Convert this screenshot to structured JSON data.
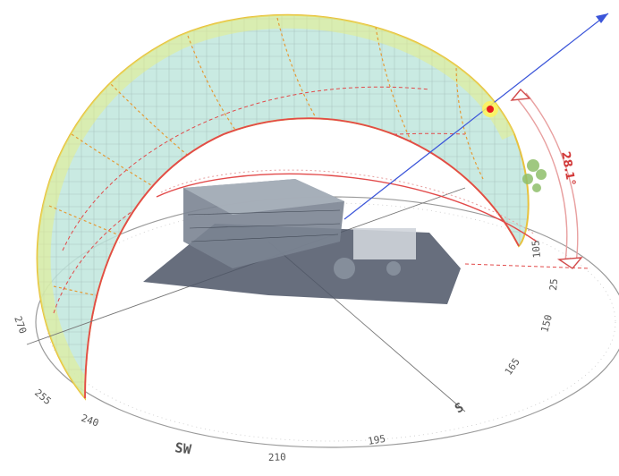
{
  "colors": {
    "dome_fill": "#bfe6dd",
    "dome_band": "#e6f0a8",
    "path_red": "#e24a4a",
    "grid_orange": "#e9a23a",
    "sun_vector": "#3b55d9",
    "compass": "#8a8a8a",
    "building_slab": "#4c5566",
    "building_body": "#7b8492"
  },
  "compass_labels": {
    "w": "270",
    "wsw": "255",
    "sw_deg": "240",
    "sw": "SW",
    "s_deg": "210",
    "ssw": "195",
    "s": "S",
    "se": "165",
    "e1": "150",
    "e2": "25",
    "ne": "105"
  },
  "altitude_label": "28.1°",
  "sun_marker": {
    "icon": "sun-position-icon",
    "color": "#e81d1d"
  }
}
